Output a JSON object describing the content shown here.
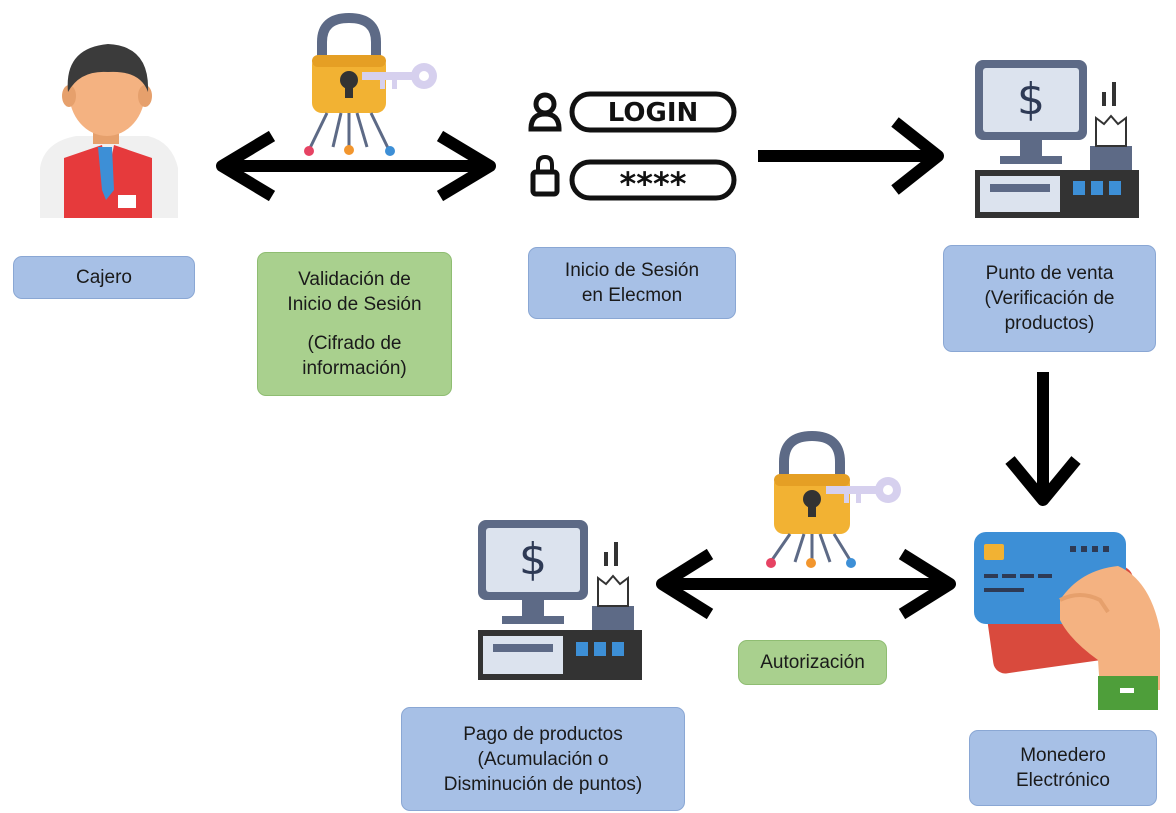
{
  "nodes": {
    "cajero": {
      "label": "Cajero"
    },
    "validacion": {
      "line1": "Validación de",
      "line2": "Inicio de Sesión",
      "line3": "(Cifrado de",
      "line4": "información)"
    },
    "inicio": {
      "line1": "Inicio de Sesión",
      "line2": "en Elecmon"
    },
    "punto": {
      "line1": "Punto de venta",
      "line2": "(Verificación de",
      "line3": "productos)"
    },
    "pago": {
      "line1": "Pago de productos",
      "line2": "(Acumulación o",
      "line3": "Disminución de puntos)"
    },
    "autorizacion": {
      "label": "Autorización"
    },
    "monedero": {
      "line1": "Monedero",
      "line2": "Electrónico"
    }
  },
  "login_graphic": {
    "username_text": "LOGIN",
    "password_text": "****"
  },
  "register_price_symbol": "$",
  "icons": [
    "cashier-person-icon",
    "padlock-key-icon",
    "login-form-icon",
    "cash-register-icon",
    "credit-card-hand-icon"
  ],
  "colors": {
    "blue_box": "#a7c0e6",
    "green_box": "#a9d08e",
    "arrow": "#000000"
  }
}
